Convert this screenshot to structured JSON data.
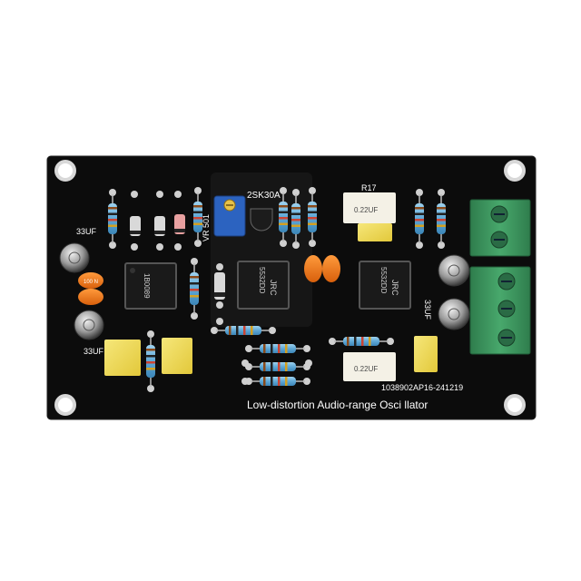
{
  "photo": {
    "board_title": "Low-distortion  Audio-range Osci llator",
    "board_code": "1038902AP16-241219",
    "labels": {
      "cap_top": "33UF",
      "cap_bottom": "33UF",
      "cap_right": "33UF",
      "transistor": "2SK30A",
      "pot": "VR 501",
      "resistor_ref": "R17"
    },
    "chips": {
      "chip1_text": "1B0089",
      "chip2_line1": "JRC",
      "chip2_line2": "5532DD",
      "chip3_line1": "JRC",
      "chip3_line2": "5532DD"
    },
    "box_cap_text": "0.22UF",
    "orange_cap_text": "100 N",
    "colors": {
      "pcb": "#0c0c0c",
      "terminal": "#3f9a62",
      "box_cap": "#f0dc4a",
      "pot": "#2c63c0",
      "orange_cap": "#f07a1a",
      "resistor": "#6fb3dd"
    }
  }
}
